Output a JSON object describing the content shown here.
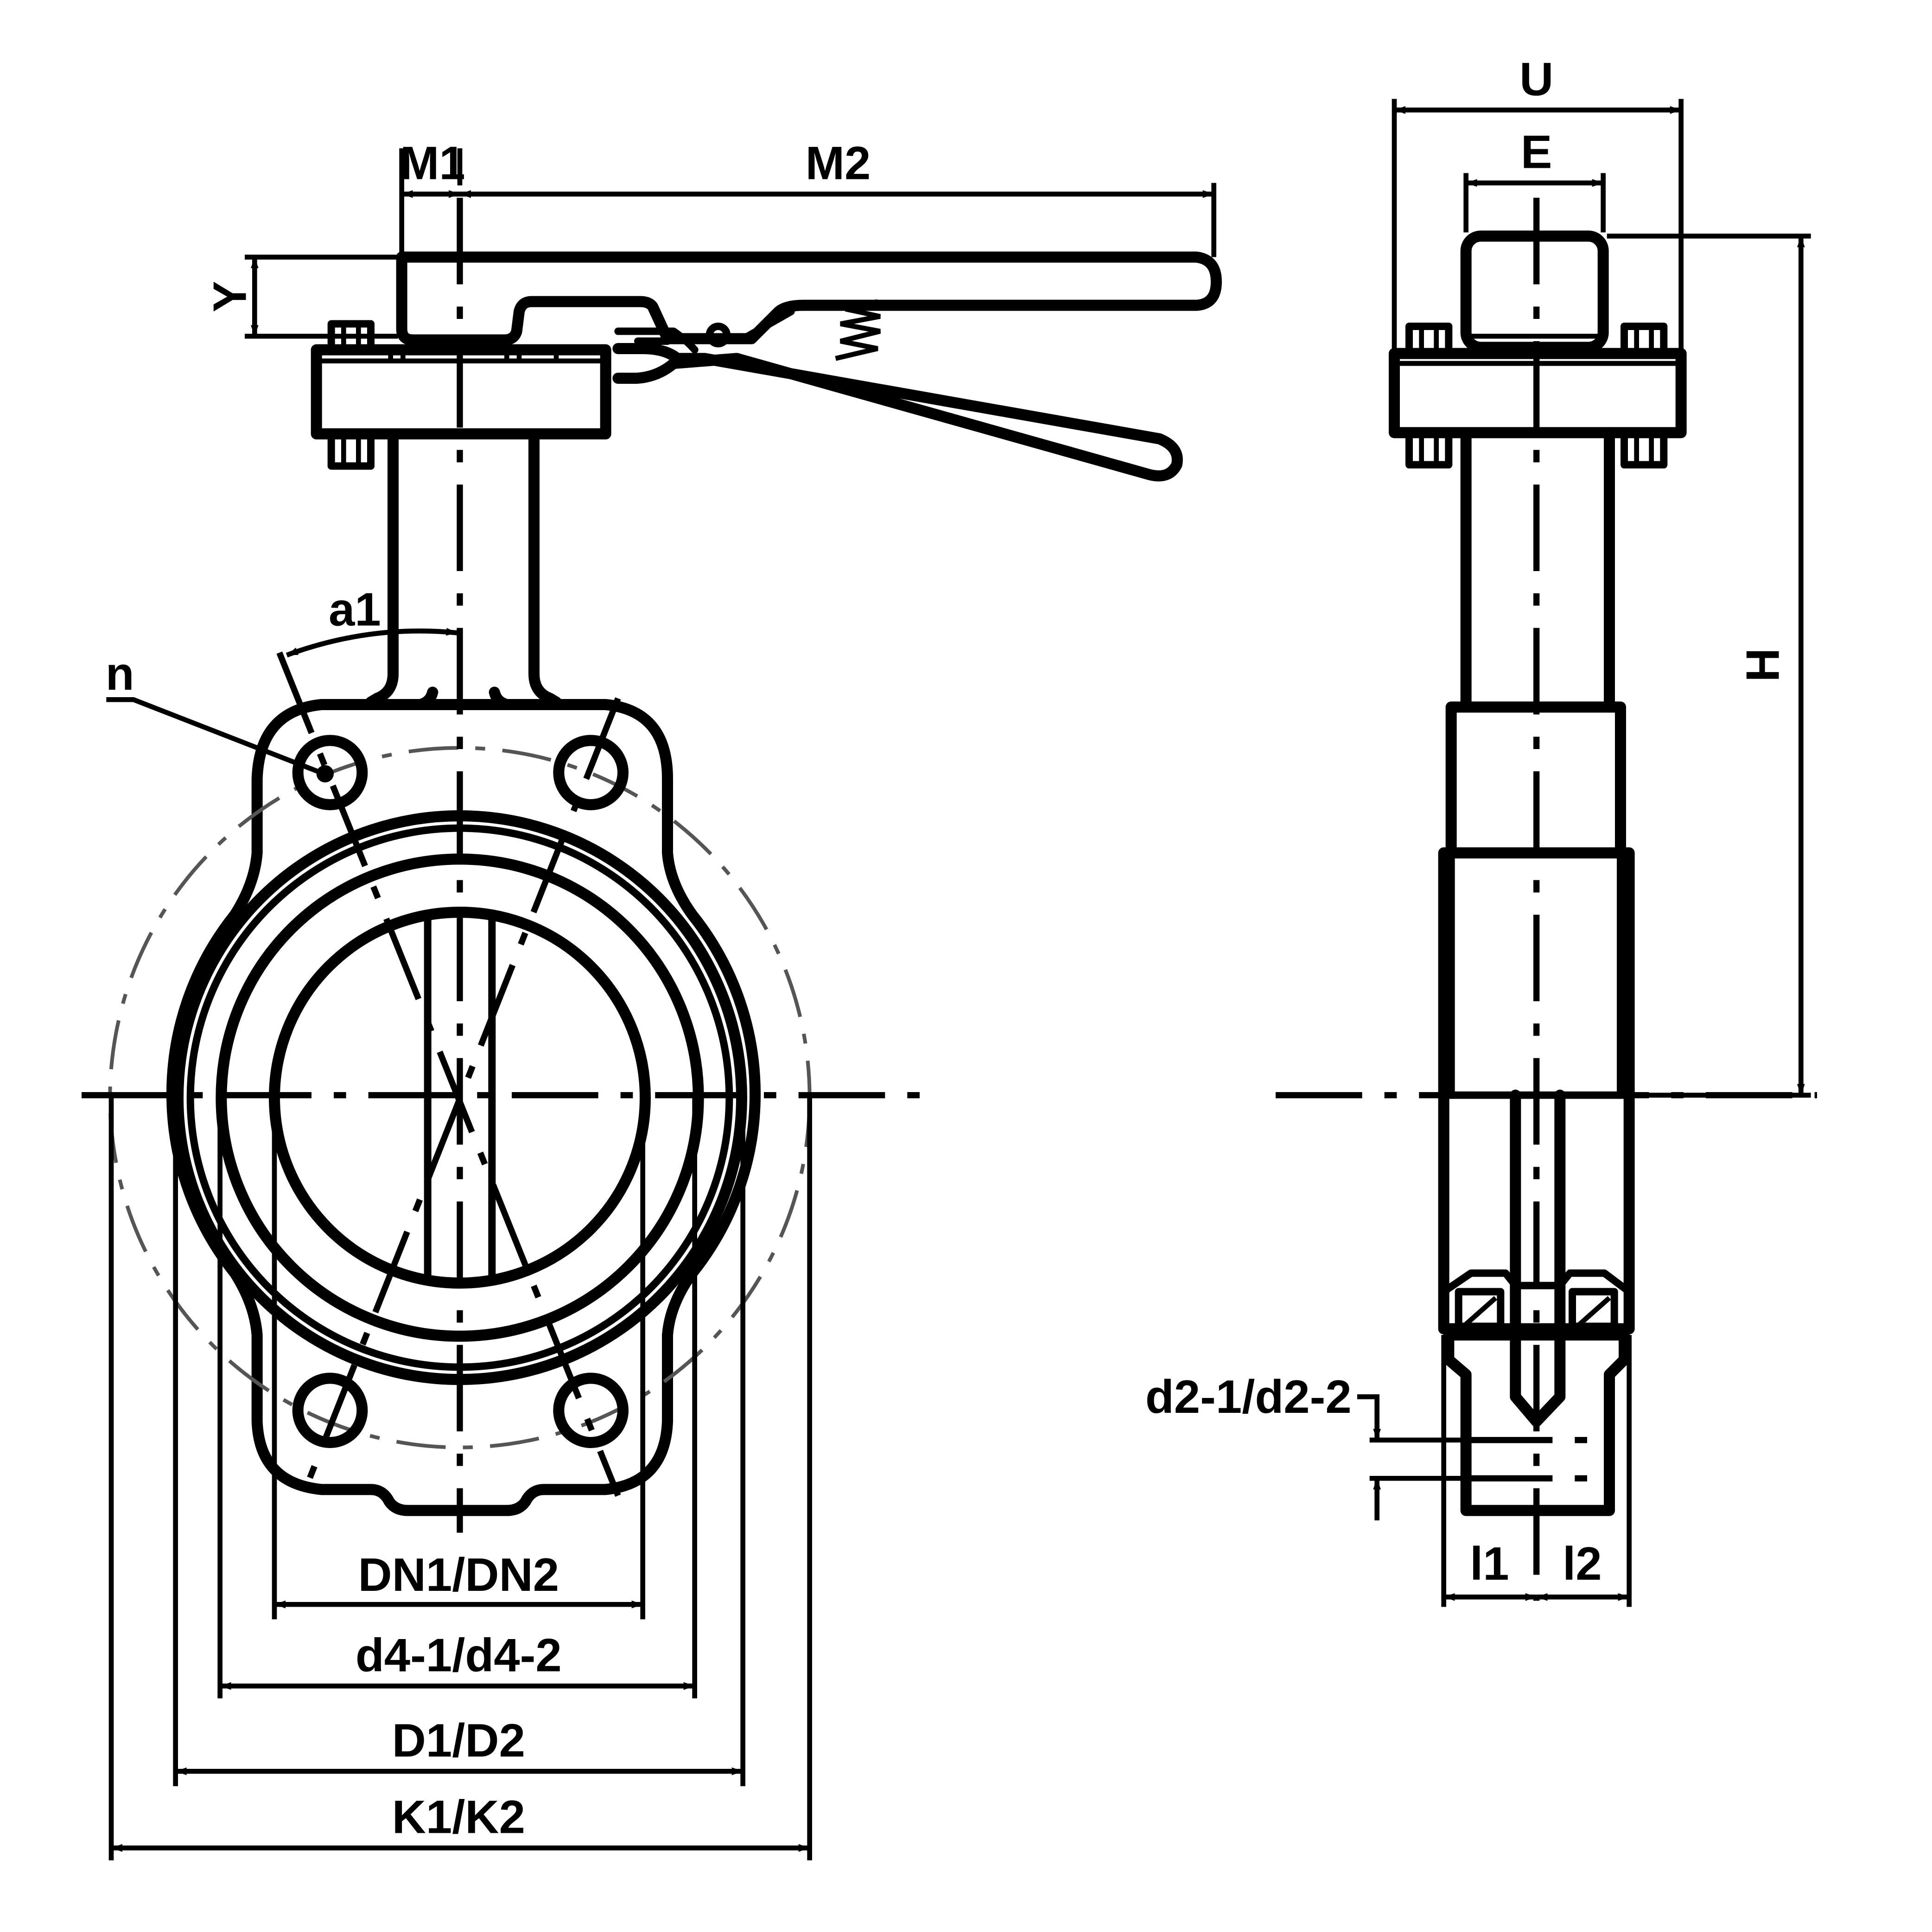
{
  "labels": {
    "m1": "M1",
    "m2": "M2",
    "y": "Y",
    "a1": "a1",
    "n": "n",
    "dn": "DN1/DN2",
    "d4": "d4-1/d4-2",
    "d": "D1/D2",
    "k": "K1/K2",
    "u": "U",
    "e": "E",
    "h": "H",
    "d2": "d2-1/d2-2",
    "l1": "l1",
    "l2": "l2"
  }
}
